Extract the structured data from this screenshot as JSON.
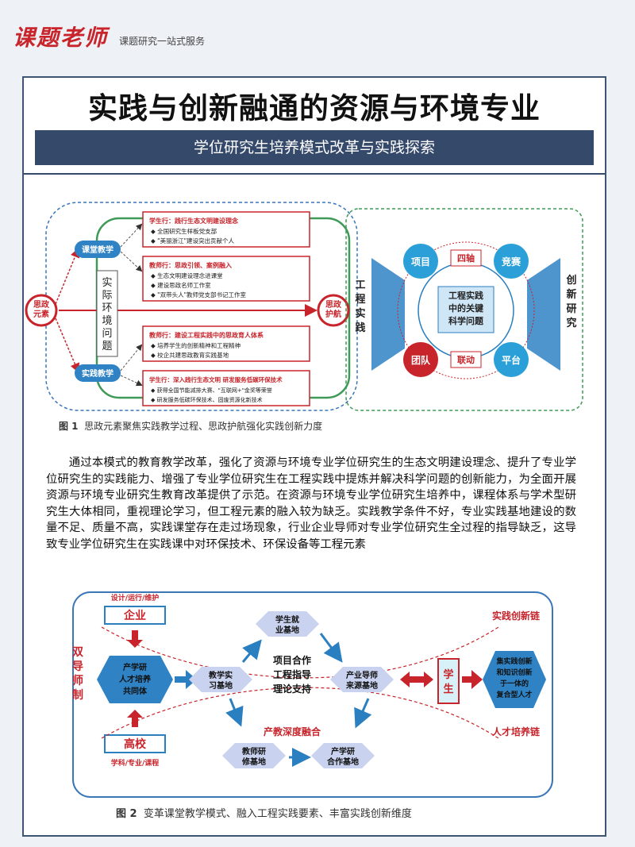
{
  "header": {
    "logo_text": "课题老师",
    "slogan": "课题研究一站式服务"
  },
  "article": {
    "title": "实践与创新融通的资源与环境专业",
    "subtitle": "学位研究生培养模式改革与实践探索",
    "paragraph": "通过本模式的教育教学改革，强化了资源与环境专业学位研究生的生态文明建设理念、提升了专业学位研究生的实践能力、增强了专业学位研究生在工程实践中提炼并解决科学问题的创新能力，为全面开展资源与环境专业研究生教育改革提供了示范。在资源与环境专业学位研究生培养中，课程体系与学术型研究生大体相同，重视理论学习，但工程元素的融入较为缺乏。实践教学条件不好，专业实践基地建设的数量不足、质量不高，实践课堂存在走过场现象，行业企业导师对专业学位研究生全过程的指导缺乏，这导致专业学位研究生在实践课中对环保技术、环保设备等工程元素"
  },
  "figure1": {
    "caption_label": "图 1",
    "caption_text": "思政元素聚焦实践教学过程、思政护航强化实践创新力度",
    "left": {
      "origin": "思政元素",
      "target": "思政护航",
      "node_classroom": "课堂教学",
      "node_practice": "实践教学",
      "center_vertical": "实际环境问题",
      "box1": {
        "head": "学生行：践行生态文明建设理念",
        "items": [
          "全国研究生样板党支部",
          "\"美丽浙江\"建设突出贡献个人"
        ]
      },
      "box2": {
        "head": "教师行：思政引领、案例融入",
        "items": [
          "生态文明建设理念进课堂",
          "建设思政名师工作室",
          "\"双带头人\"教师党支部书记工作室"
        ]
      },
      "box3": {
        "head": "教师行：建设工程实践中的思政育人体系",
        "items": [
          "培养学生的创新精神和工程精神",
          "校企共建思政教育实践基地"
        ]
      },
      "box4": {
        "head": "学生行：深入践行生态文明 研发服务低碳环保技术",
        "items": [
          "获得全国节能减排大赛、\"互联网+\"金奖等荣誉",
          "研发服务低碳环保技术、固废资源化新技术"
        ]
      }
    },
    "right": {
      "left_label": "工程实践",
      "right_label": "创新研究",
      "center": "工程实践中的关键科学问题",
      "project": "项目",
      "competition": "竞赛",
      "team": "团队",
      "platform": "平台",
      "four_axes": "四轴",
      "linkage": "联动"
    }
  },
  "figure2": {
    "caption_label": "图 2",
    "caption_text": "变革课堂教学模式、融入工程实践要素、丰富实践创新维度",
    "dual_mentor": "双导师制",
    "enterprise_tag": "设计/运行/维护",
    "enterprise": "企业",
    "university": "高校",
    "university_tag": "学科/专业/课程",
    "community": "产学研人才培养共同体",
    "teaching_base": "教学实习基地",
    "employment_base": "学生就业基地",
    "center_lines": [
      "项目合作",
      "工程指导",
      "理论支持"
    ],
    "industry_mentor_base": "产业导师来源基地",
    "teacher_base": "教师研修基地",
    "iur_base": "产学研合作基地",
    "fusion": "产教深度融合",
    "student": "学生",
    "practice_chain": "实践创新链",
    "talent_chain": "人才培养链",
    "composite_talent": "集实践创新和知识创新于一体的复合型人才"
  }
}
